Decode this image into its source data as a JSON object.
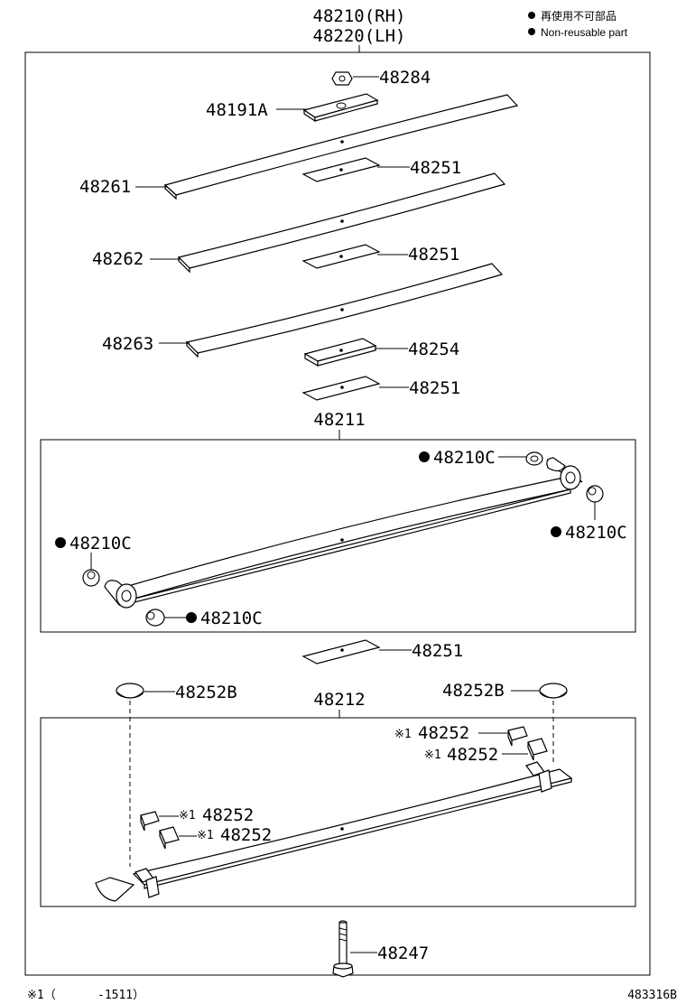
{
  "header": {
    "assembly_rh": "48210(RH)",
    "assembly_lh": "48220(LH)"
  },
  "legend": {
    "non_reusable_ja": "再使用不可部品",
    "non_reusable_en": "Non-reusable part"
  },
  "parts": {
    "nut": "48284",
    "plate": "48191A",
    "leaf_1": "48261",
    "leaf_2": "48262",
    "leaf_3": "48263",
    "insert_1": "48251",
    "insert_2": "48251",
    "spacer": "48254",
    "insert_3": "48251",
    "main_leaf_assy": "48211",
    "bushing_ur": "48210C",
    "bushing_r": "48210C",
    "bushing_l": "48210C",
    "bushing_bl": "48210C",
    "insert_4": "48251",
    "cap_left": "48252B",
    "cap_right": "48252B",
    "lower_leaf_assy": "48212",
    "clip_r1": "48252",
    "clip_r2": "48252",
    "clip_l1": "48252",
    "clip_l2": "48252",
    "center_bolt": "48247"
  },
  "notes": {
    "mark": "※1",
    "mark_r1": "※1",
    "mark_r2": "※1",
    "mark_l1": "※1",
    "mark_l2": "※1",
    "footnote_mark": "※1（",
    "footnote_range": "-1511）",
    "drawing_number": "483316B"
  }
}
